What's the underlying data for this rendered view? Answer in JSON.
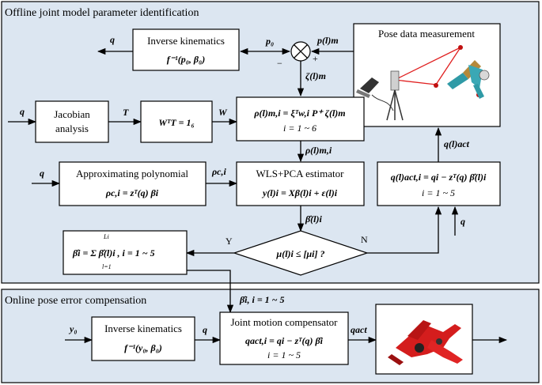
{
  "sections": {
    "offline": "Offline joint model parameter identification",
    "online": "Online pose error compensation"
  },
  "blocks": {
    "ik_top": {
      "title": "Inverse kinematics",
      "formula": "f⁻¹(p₀, β₀)"
    },
    "pose": {
      "title": "Pose data measurement"
    },
    "jacobian": {
      "line1": "Jacobian",
      "line2": "analysis"
    },
    "wt": {
      "formula": "WᵀT = 1₆"
    },
    "rho_m": {
      "line1": "ρ(l)m,i = ξᵀw,i P⁺ ζ(l)m",
      "line2": "i = 1 ~ 6"
    },
    "approx": {
      "title": "Approximating polynomial",
      "formula": "ρc,i = zᵀ(q) βi"
    },
    "wls": {
      "title": "WLS+PCA estimator",
      "formula": "y(l)i = Xβ(l)i + ε(l)i"
    },
    "qact": {
      "line1": "q(l)act,i = qi − zᵀ(q) β̂(l)i",
      "line2": "i = 1 ~ 5"
    },
    "decision": {
      "text": "μ(l)i ≤ [μi] ?"
    },
    "beta_sum": {
      "text": "β̂i = Σ β̂(l)i , i = 1 ~ 5",
      "sum_upper": "Li",
      "sum_lower": "l=1"
    },
    "ik_bottom": {
      "title": "Inverse kinematics",
      "formula": "f⁻¹(y₀, β₀)"
    },
    "jmc": {
      "title": "Joint motion compensator",
      "line1": "qact,i = qi − zᵀ(q) β̂i",
      "line2": "i = 1 ~ 5"
    }
  },
  "labels": {
    "q_out_top": "q",
    "p0": "p₀",
    "pm": "p(l)m",
    "minus": "−",
    "plus": "+",
    "zeta": "ζ(l)m",
    "q_jac": "q",
    "T": "T",
    "W": "W",
    "rho_m_i": "ρ(l)m,i",
    "q_approx": "q",
    "rho_c_i": "ρc,i",
    "beta_l_i": "β̂(l)i",
    "q_act": "q(l)act",
    "q_right": "q",
    "Y": "Y",
    "N": "N",
    "beta_transfer": "β̂i, i = 1 ~ 5",
    "y0": "y₀",
    "q_bottom": "q",
    "q_act_bottom": "qact"
  }
}
